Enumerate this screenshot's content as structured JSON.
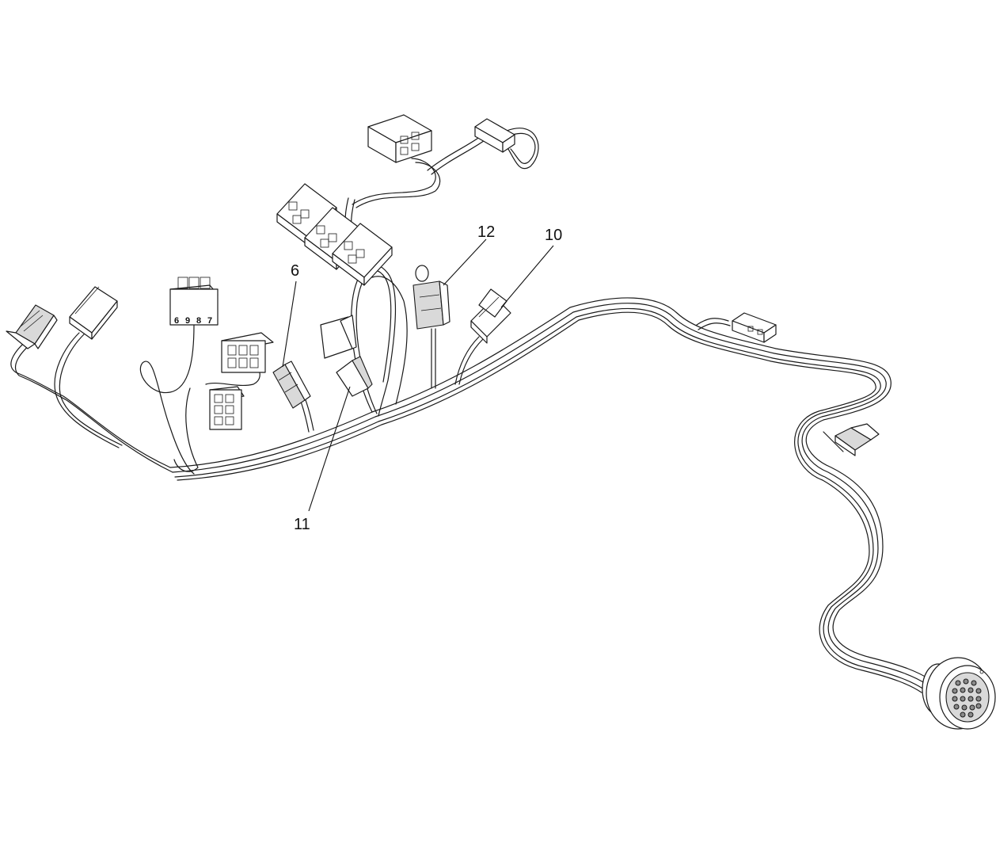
{
  "callouts": [
    {
      "id": "6",
      "label": "6"
    },
    {
      "id": "10",
      "label": "10"
    },
    {
      "id": "11",
      "label": "11"
    },
    {
      "id": "12",
      "label": "12"
    }
  ],
  "connector_pin_labels": [
    "6",
    "9",
    "8",
    "7"
  ],
  "colors": {
    "line": "#1a1a1a",
    "background": "#ffffff",
    "shade": "#d9d9d9"
  }
}
